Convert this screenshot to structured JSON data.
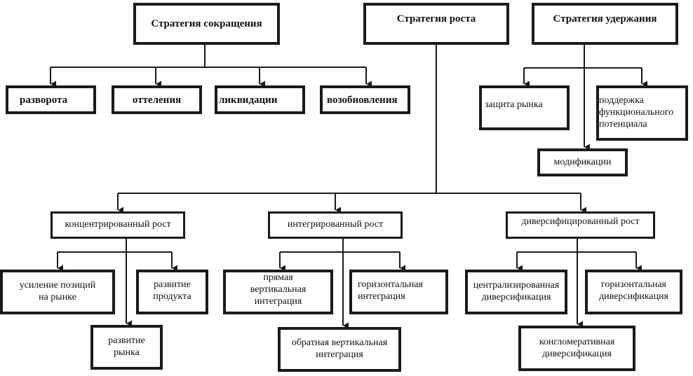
{
  "diagram": {
    "line_color": "#1a1a1a",
    "nodes": {
      "reduction": "Стратегия сокращения",
      "growth": "Стратегия роста",
      "retention": "Стратегия удержания",
      "turnaround": "разворота",
      "divestment": "оттеления",
      "liquidation": "ликвидации",
      "renewal": "возобновления",
      "market_protection": "защита рынка",
      "functional_support": "поддержка\nфункционального\nпотенциала",
      "modification": "модификации",
      "concentrated": "концентрированный рост",
      "integrated": "интегрированный рост",
      "diversified": "диверсифицированный рост",
      "market_position": "усиление позиций\nна  рынке",
      "product_dev": "развитие\nпродукта",
      "market_dev": "развитие\nрынка",
      "forward_vertical": "прямая\nвертикальная\nинтеграция",
      "horizontal_integration": "горизонтальная\nинтеграция",
      "backward_vertical": "обратная вертикальная\nинтеграция",
      "centralized_div": "централизированная\nдиверсификация",
      "horizontal_div": "горизонтальная\nдиверсификация",
      "conglomerate_div": "конгломеративная\nдиверсификация"
    },
    "edges": [
      [
        "reduction",
        "turnaround"
      ],
      [
        "reduction",
        "divestment"
      ],
      [
        "reduction",
        "liquidation"
      ],
      [
        "reduction",
        "renewal"
      ],
      [
        "retention",
        "market_protection"
      ],
      [
        "retention",
        "functional_support"
      ],
      [
        "retention",
        "modification"
      ],
      [
        "growth",
        "concentrated"
      ],
      [
        "growth",
        "integrated"
      ],
      [
        "growth",
        "diversified"
      ],
      [
        "concentrated",
        "market_position"
      ],
      [
        "concentrated",
        "product_dev"
      ],
      [
        "concentrated",
        "market_dev"
      ],
      [
        "integrated",
        "forward_vertical"
      ],
      [
        "integrated",
        "horizontal_integration"
      ],
      [
        "integrated",
        "backward_vertical"
      ],
      [
        "diversified",
        "centralized_div"
      ],
      [
        "diversified",
        "horizontal_div"
      ],
      [
        "diversified",
        "conglomerate_div"
      ]
    ]
  }
}
